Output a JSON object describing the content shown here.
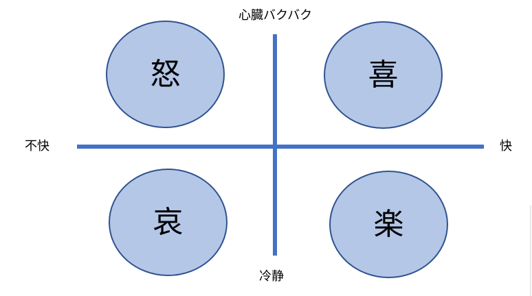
{
  "axes": {
    "top": "心臓バクバク",
    "bottom": "冷静",
    "left": "不快",
    "right": "快"
  },
  "quadrants": {
    "top_left": "怒",
    "top_right": "喜",
    "bottom_left": "哀",
    "bottom_right": "楽"
  },
  "colors": {
    "axis_line": "#4472c4",
    "circle_fill": "#b4c7e7",
    "circle_border": "#2f528f",
    "text": "#000000"
  }
}
